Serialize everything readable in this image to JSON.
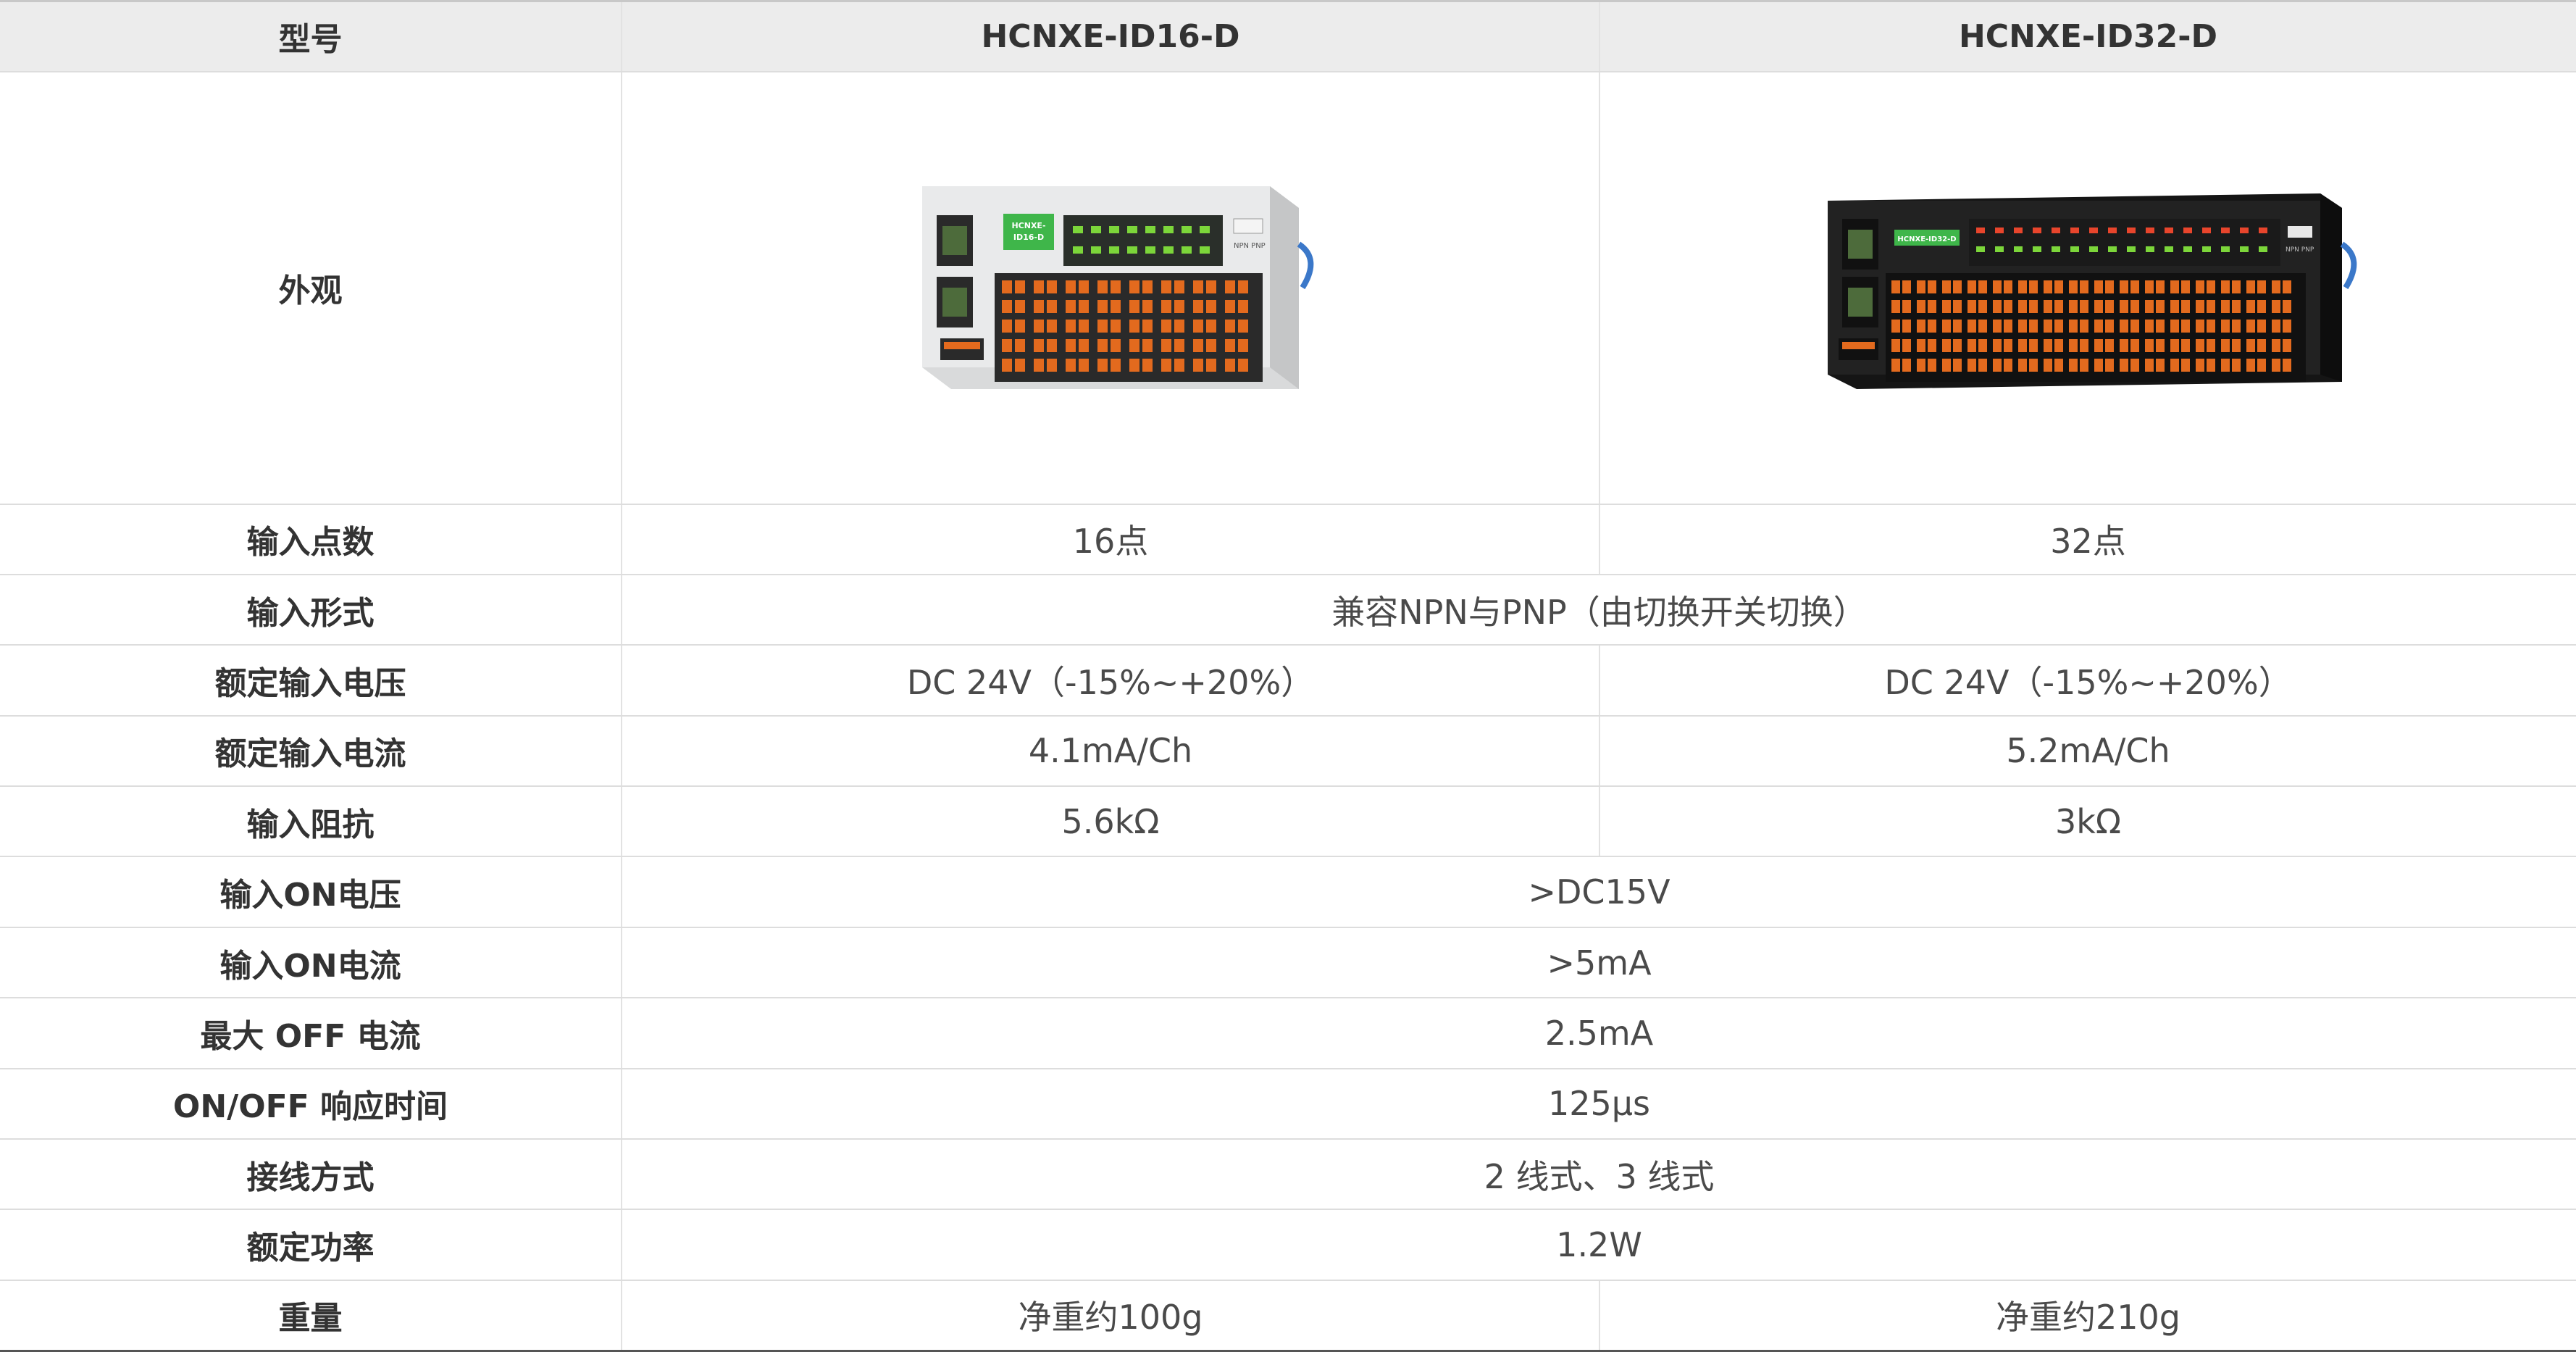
{
  "header": {
    "label": "型号",
    "model_a": "HCNXE-ID16-D",
    "model_b": "HCNXE-ID32-D"
  },
  "appearance": {
    "label": "外观",
    "image_a": "HCNXE-ID16-D module photo (light gray housing, 2 RJ45 ports, green LEDs, orange terminal block)",
    "image_b": "HCNXE-ID32-D module photo (black housing, 2 RJ45 ports, red/green LEDs, orange terminal block)"
  },
  "rows": [
    {
      "label": "输入点数",
      "a": "16点",
      "b": "32点"
    },
    {
      "label": "输入形式",
      "value": "兼容NPN与PNP（由切换开关切换）"
    },
    {
      "label": "额定输入电压",
      "a": "DC 24V（-15%~+20%）",
      "b": "DC 24V（-15%~+20%）"
    },
    {
      "label": "额定输入电流",
      "a": "4.1mA/Ch",
      "b": "5.2mA/Ch"
    },
    {
      "label": "输入阻抗",
      "a": "5.6kΩ",
      "b": "3kΩ"
    },
    {
      "label": "输入ON电压",
      "value": ">DC15V"
    },
    {
      "label": "输入ON电流",
      "value": ">5mA"
    },
    {
      "label": "最大 OFF 电流",
      "value": "2.5mA"
    },
    {
      "label": "ON/OFF 响应时间",
      "value": "125μs"
    },
    {
      "label": "接线方式",
      "value": "2 线式、3 线式"
    },
    {
      "label": "额定功率",
      "value": "1.2W"
    },
    {
      "label": "重量",
      "a": "净重约100g",
      "b": "净重约210g"
    }
  ],
  "device_labels": {
    "a": "HCNXE-\nID16-D",
    "b": "HCNXE-ID32-D"
  },
  "colors": {
    "header_bg": "#ececec",
    "housing_light": "#e4e5e6",
    "housing_dark": "#1f1f1f",
    "terminal": "#e36a1e",
    "led_green": "#7cd63a",
    "led_red": "#e8452c",
    "clip_blue": "#3b78c9"
  }
}
